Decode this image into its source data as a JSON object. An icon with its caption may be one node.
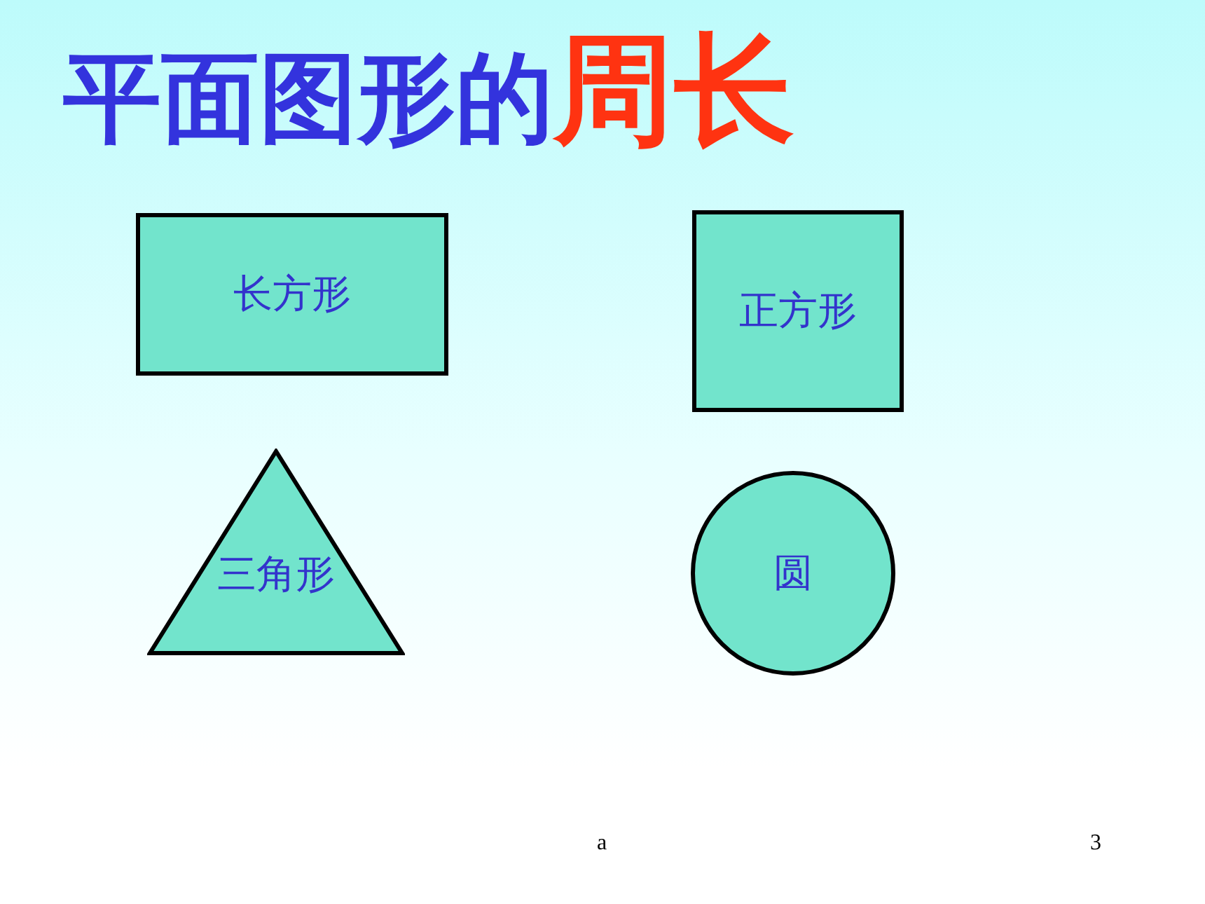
{
  "diagram": {
    "title": "平面图形的**周长**",
    "nodes": [
      {
        "text": [
          "长方形"
        ]
      },
      {
        "text": [
          "正方形"
        ]
      },
      {
        "text": [
          "三角形"
        ]
      },
      {
        "text": [
          "圆"
        ]
      }
    ],
    "labels": [
      "a",
      "3"
    ]
  }
}
